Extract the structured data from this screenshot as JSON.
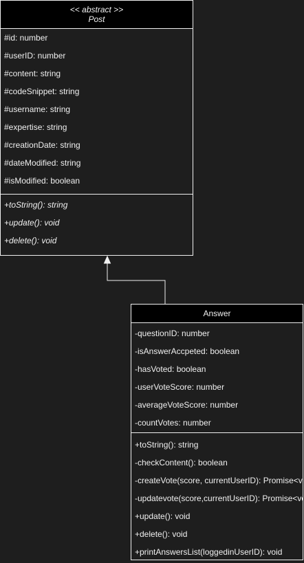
{
  "post_class": {
    "stereotype": "<< abstract >>",
    "name": "Post",
    "attributes": [
      "#id: number",
      "#userID: number",
      "#content: string",
      "#codeSnippet: string",
      "#username: string",
      "#expertise: string",
      "#creationDate: string",
      "#dateModified: string",
      "#isModified: boolean"
    ],
    "operations": [
      "+toString(): string",
      "+update(): void",
      "+delete(): void"
    ]
  },
  "answer_class": {
    "name": "Answer",
    "attributes": [
      "-questionID: number",
      "-isAnswerAccpeted: boolean",
      "-hasVoted: boolean",
      "-userVoteScore: number",
      "-averageVoteScore: number",
      "-countVotes: number"
    ],
    "operations": [
      "+toString(): string",
      "-checkContent(): boolean",
      "-createVote(score, currentUserID): Promise<void>",
      "-updatevote(score,currentUserID): Promise<void>",
      "+update(): void",
      "+delete(): void",
      "+printAnswersList(loggedinUserID): void"
    ]
  },
  "relationship": {
    "type": "inheritance",
    "from": "Answer",
    "to": "Post"
  }
}
